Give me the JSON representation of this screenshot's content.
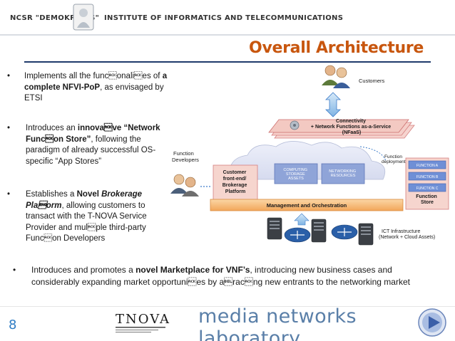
{
  "header": {
    "org_left": "NCSR \"DEMOKRITOS\"",
    "org_right": "INSTITUTE OF INFORMATICS AND TELECOMMUNICATIONS"
  },
  "title": "Overall Architecture",
  "bullets": [
    {
      "symbol": "•",
      "pre": "Implements all the func\u0006onali\u0006es of ",
      "bold": "a complete NFVI-PoP",
      "post": ", as envisaged by ETSI"
    },
    {
      "symbol": "•",
      "pre": "Introduces an ",
      "bold": "innova\u0006ve “Network Func\u0006on Store”",
      "post": ", following the paradigm of already successful OS-specific “App Stores”"
    },
    {
      "symbol": "•",
      "pre": "Establishes a ",
      "bold": "Novel ",
      "bold_italic": "Brokerage Pla\u0005orm",
      "post": ", allowing customers to transact with the T-NOVA Service Provider and mul\u0006ple third-party Func\u0006on Developers"
    },
    {
      "symbol": "•",
      "pre": "Introduces and promotes a ",
      "bold": "novel Marketplace for VNF’s",
      "post": ", introducing new business cases and considerably expanding market opportuni\u0006es by a\u0007rac\u0006ng new entrants to the networking market"
    }
  ],
  "diagram": {
    "customers": "Customers",
    "function_developers": "Function\nDevelopers",
    "connectivity": "Connectivity\n+ Network Functions as-a-Service\n(NFaaS)",
    "function_deployment": "Function\ndeployment",
    "customer_frontend": "Customer\nfront-end/\nBrokerage\nPlatform",
    "computing_assets": "COMPUTING\nSTORAGE\nASSETS",
    "networking_resources": "NETWORKING\nRESOURCES",
    "function_store_items": [
      "FUNCTION A",
      "FUNCTION B",
      "FUNCTION C"
    ],
    "function_store": "Function\nStore",
    "management": "Management and Orchestration",
    "ict_infra": "ICT Infrastructure\n(Network + Cloud Assets)"
  },
  "footer": {
    "page_number": "8",
    "tnova": "TNOVA",
    "lab": "media networks laboratory"
  },
  "colors": {
    "title": "#c8560e",
    "rule": "#1f3a6b",
    "page_number": "#2e7cc4",
    "lab_text": "#5a7fa8",
    "frontend_box": "#f6d5ce",
    "function_store_box": "#f6d5ce",
    "mgmt_bar": "#f7c28a",
    "nfaas_layer": "#f3c9c2"
  }
}
